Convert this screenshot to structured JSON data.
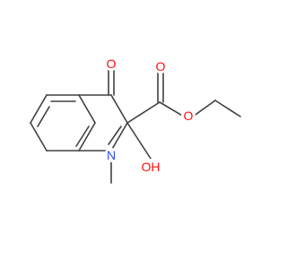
{
  "molecule": {
    "atom_labels": {
      "ketone_o": "O",
      "carbonyl_o": "O",
      "ester_o": "O",
      "hydroxyl": "OH",
      "hydroxyl_o": "O",
      "hydroxyl_h": "H",
      "nitrogen": "N"
    },
    "colors": {
      "bond": "#404040",
      "oxygen": "#ff0d0d",
      "nitrogen": "#3050f8"
    }
  }
}
